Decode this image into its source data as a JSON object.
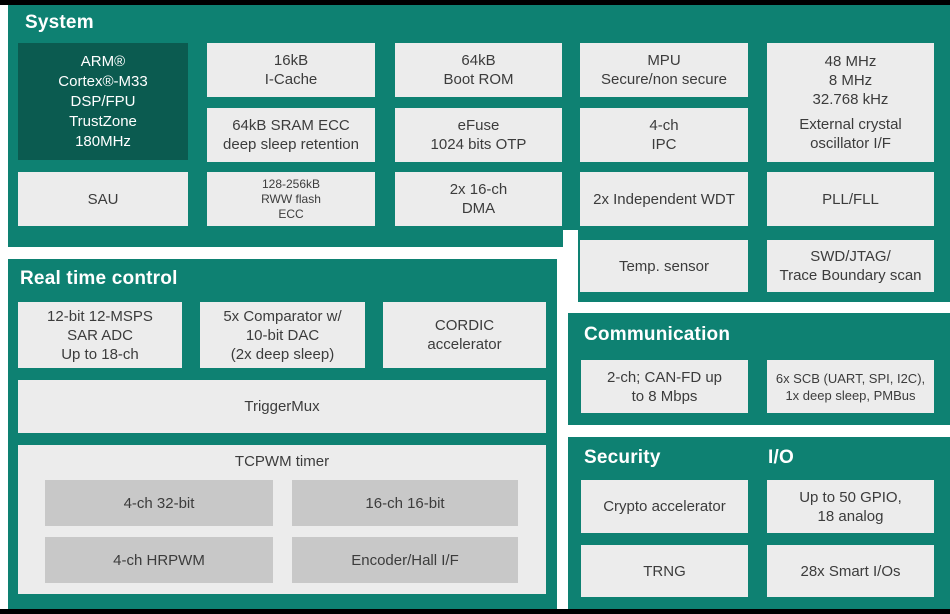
{
  "colors": {
    "teal": "#0e8172",
    "dark_teal": "#0b5b50",
    "box_gray": "#ececec",
    "inner_gray": "#c8c8c8",
    "text": "#3c3c3c",
    "border_black": "#000000"
  },
  "system": {
    "title": "System",
    "arm_core": "ARM®\nCortex®-M33\nDSP/FPU\nTrustZone\n180MHz",
    "icache": "16kB\nI-Cache",
    "boot_rom": "64kB\nBoot ROM",
    "mpu": "MPU\nSecure/non secure",
    "clocks": "48 MHz\n8 MHz\n32.768 kHz",
    "crystal": "External crystal\noscillator I/F",
    "sram": "64kB SRAM ECC\ndeep sleep retention",
    "efuse": "eFuse\n1024 bits OTP",
    "ipc": "4-ch\nIPC",
    "sau": "SAU",
    "flash": "128-256kB\nRWW flash\nECC",
    "dma": "2x 16-ch\nDMA",
    "wdt": "2x Independent WDT",
    "pll": "PLL/FLL",
    "temp_sensor": "Temp. sensor",
    "swd": "SWD/JTAG/\nTrace Boundary scan"
  },
  "real_time_control": {
    "title": "Real time control",
    "adc": "12-bit 12-MSPS\nSAR ADC\nUp to 18-ch",
    "comparator": "5x Comparator w/\n10-bit DAC\n(2x deep sleep)",
    "cordic": "CORDIC\naccelerator",
    "trigger_mux": "TriggerMux",
    "tcpwm": {
      "title": "TCPWM timer",
      "ch32": "4-ch 32-bit",
      "ch16": "16-ch 16-bit",
      "hrpwm": "4-ch HRPWM",
      "encoder": "Encoder/Hall I/F"
    }
  },
  "communication": {
    "title": "Communication",
    "canfd": "2-ch; CAN-FD up\nto 8 Mbps",
    "scb": "6x SCB (UART, SPI, I2C),\n1x deep sleep, PMBus"
  },
  "security": {
    "title": "Security",
    "crypto": "Crypto accelerator",
    "trng": "TRNG"
  },
  "io": {
    "title": "I/O",
    "gpio": "Up to 50 GPIO,\n18 analog",
    "smart_io": "28x Smart I/Os"
  }
}
